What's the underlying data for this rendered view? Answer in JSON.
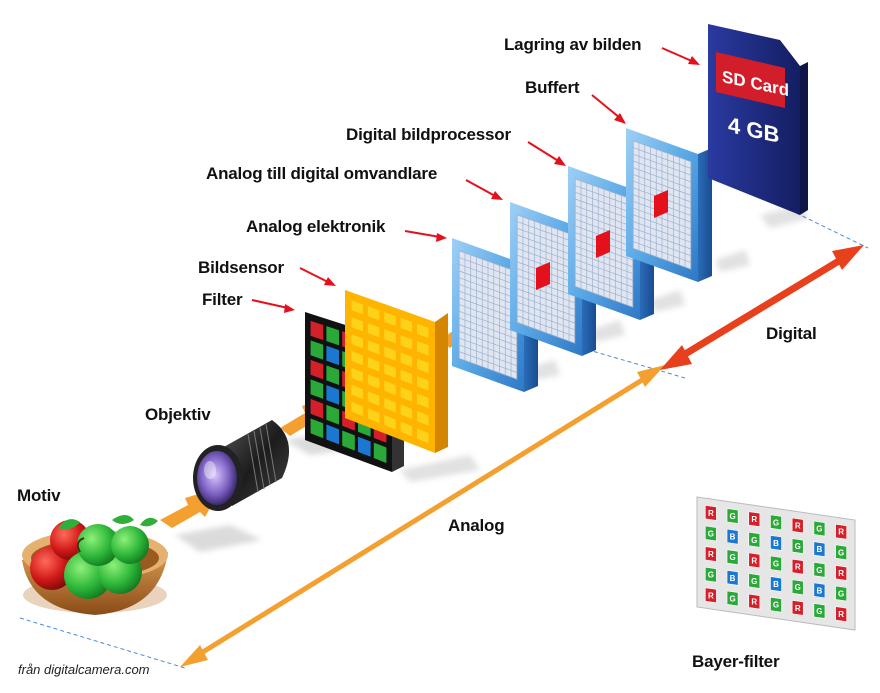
{
  "labels": {
    "motiv": "Motiv",
    "objektiv": "Objektiv",
    "filter": "Filter",
    "bildsensor": "Bildsensor",
    "analog_elektronik": "Analog elektronik",
    "ad_omvandlare": "Analog till digital omvandlare",
    "bildprocessor": "Digital bildprocessor",
    "buffert": "Buffert",
    "lagring": "Lagring av bilden",
    "digital": "Digital",
    "analog": "Analog",
    "bayer": "Bayer-filter"
  },
  "sd_card": {
    "brand": "SD Card",
    "capacity": "4 GB"
  },
  "bayer_letters": {
    "red": "R",
    "green": "G",
    "blue": "B"
  },
  "credit": "från digitalcamera.com",
  "colors": {
    "label_arrow": "#e4101c",
    "orange_arrow": "#f4a030",
    "digital_arrow": "#e8401c",
    "sensor_yellow": "#ffd21a",
    "filter_red": "#d4202a",
    "filter_green": "#2aa838",
    "filter_blue": "#1a78d0",
    "chip_blue": "#4a9ee0",
    "sd_blue": "#1e2c82"
  }
}
